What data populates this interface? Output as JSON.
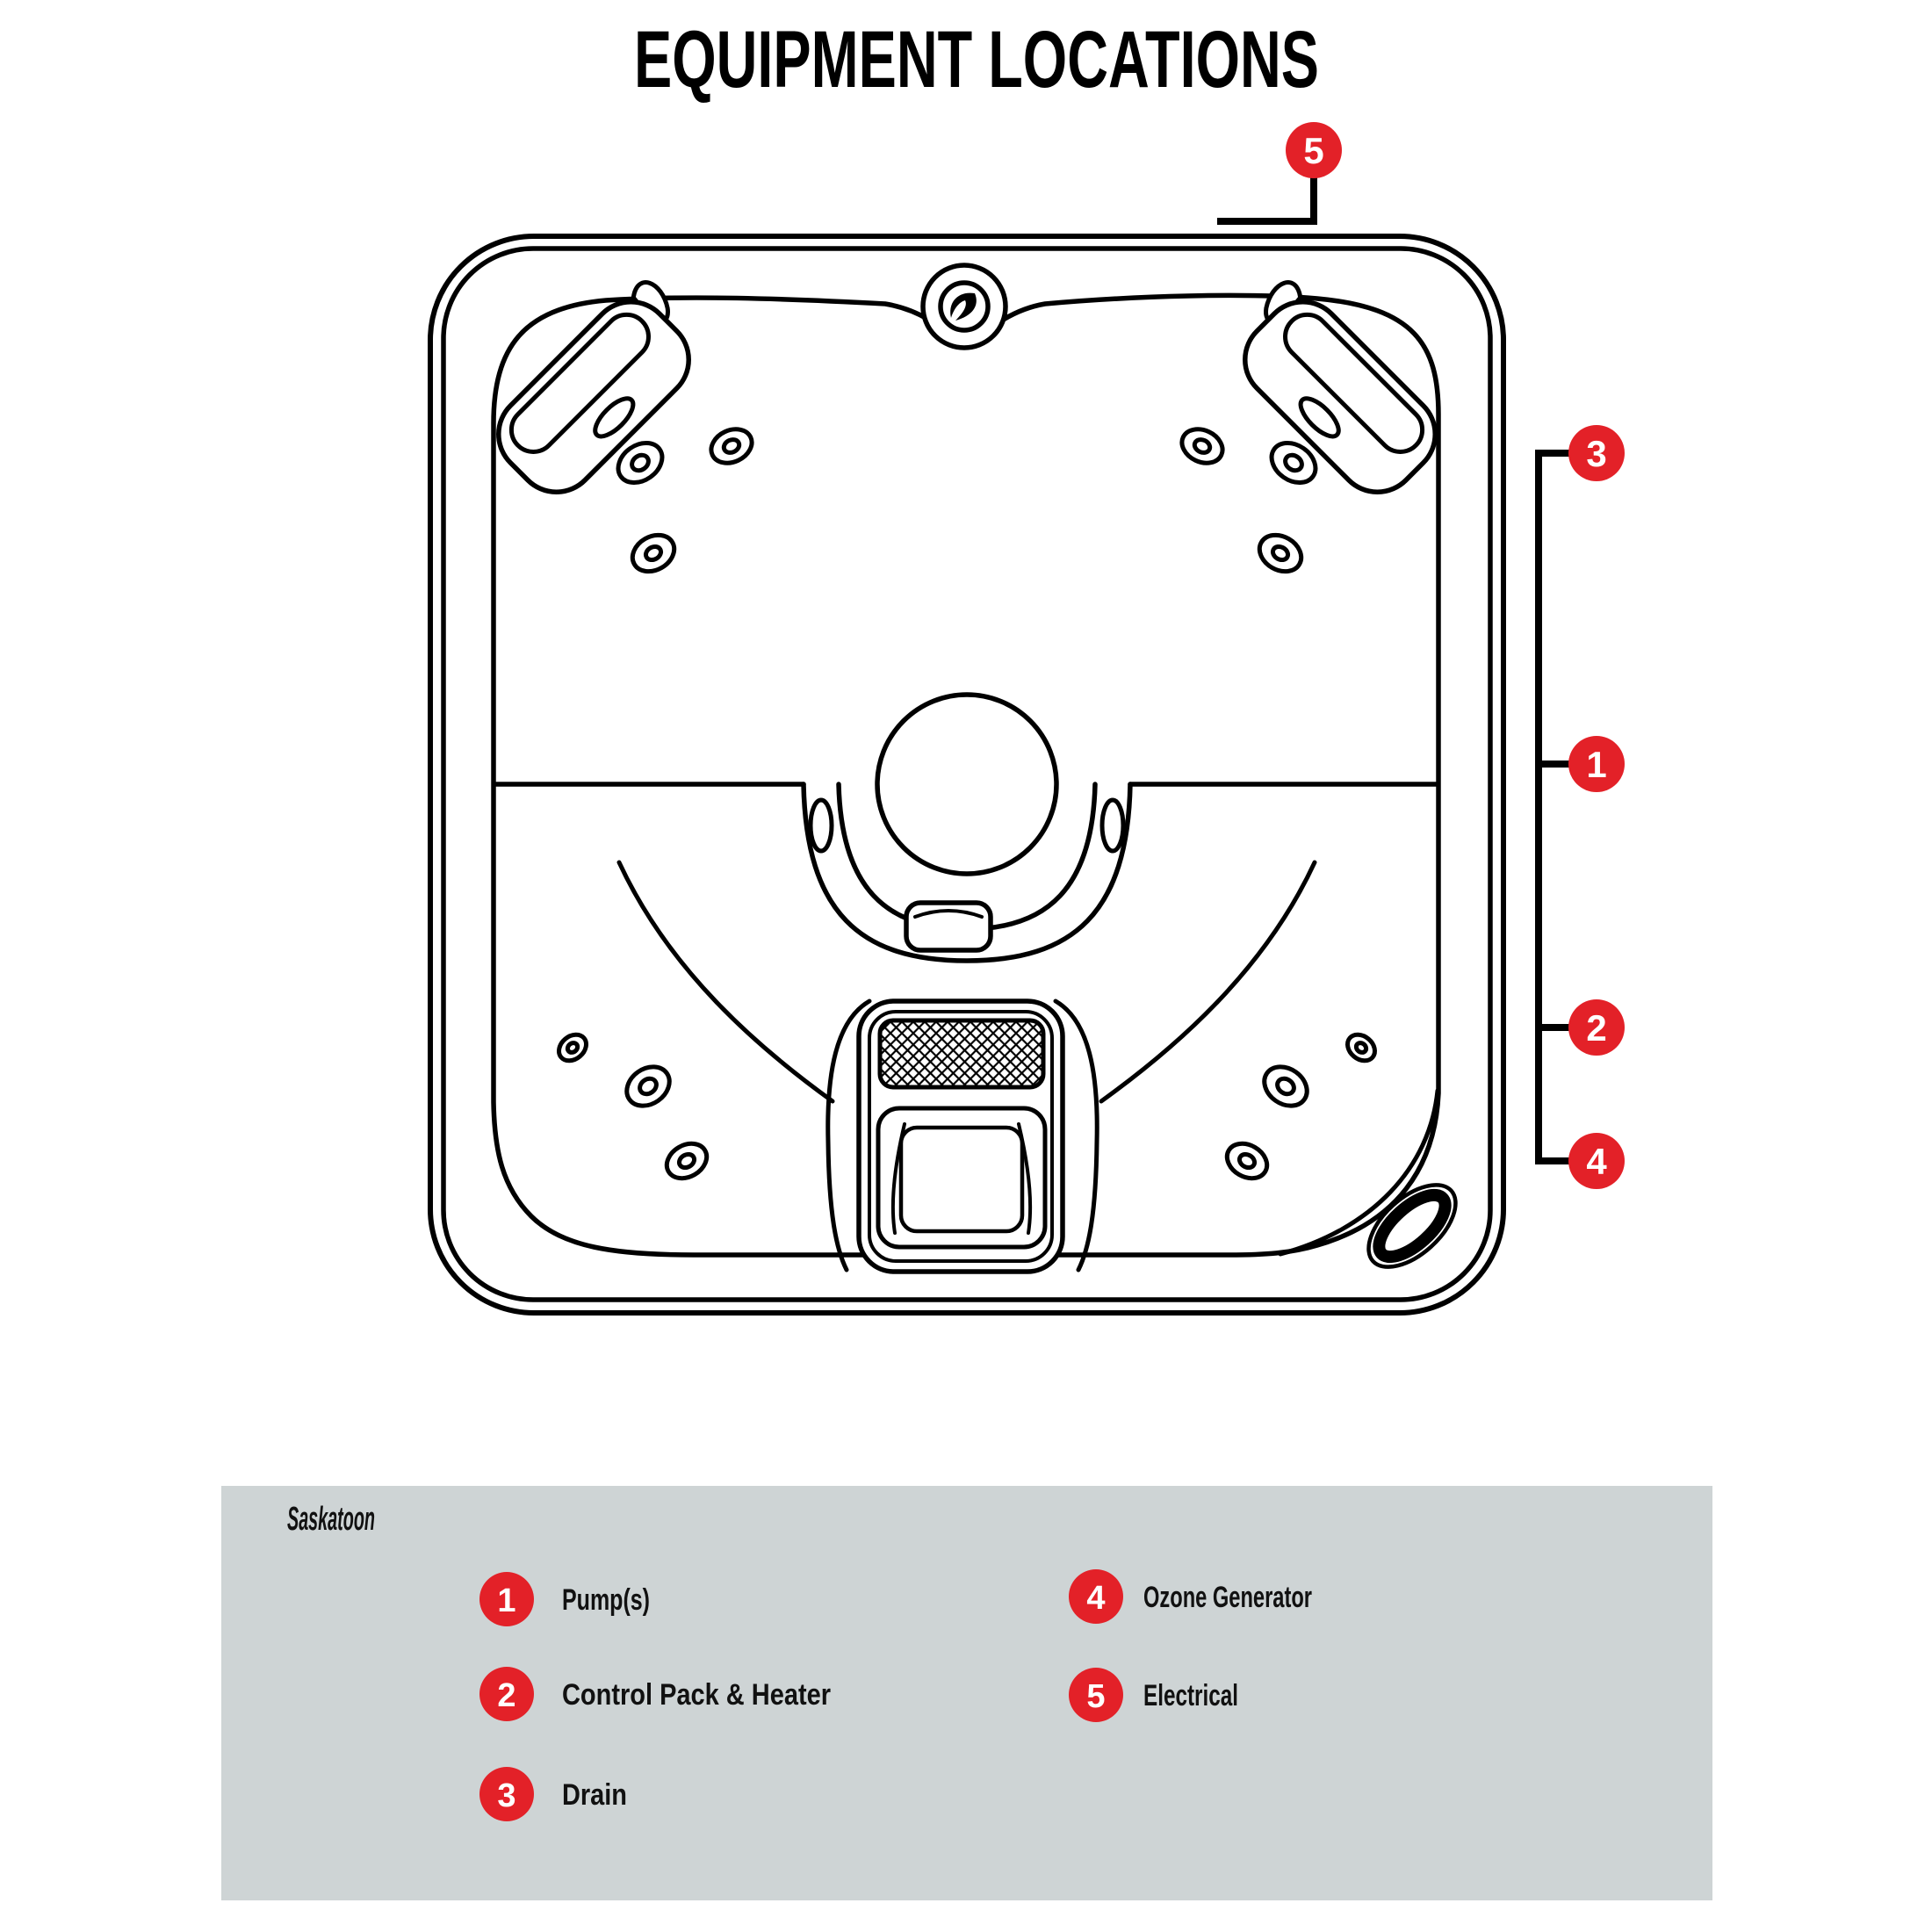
{
  "title": "EQUIPMENT LOCATIONS",
  "colors": {
    "callout_red": "#e32128",
    "legend_panel_gray": "#ced4d5",
    "line_black": "#000000",
    "text_white": "#ffffff"
  },
  "diagram": {
    "name": "hot-tub-top-view",
    "callouts": [
      {
        "number": "5"
      },
      {
        "number": "3"
      },
      {
        "number": "1"
      },
      {
        "number": "2"
      },
      {
        "number": "4"
      }
    ]
  },
  "legend": {
    "model": "Saskatoon",
    "items": [
      {
        "number": "1",
        "label": "Pump(s)"
      },
      {
        "number": "2",
        "label": "Control Pack & Heater"
      },
      {
        "number": "3",
        "label": "Drain"
      },
      {
        "number": "4",
        "label": "Ozone Generator"
      },
      {
        "number": "5",
        "label": "Electrical"
      }
    ]
  }
}
